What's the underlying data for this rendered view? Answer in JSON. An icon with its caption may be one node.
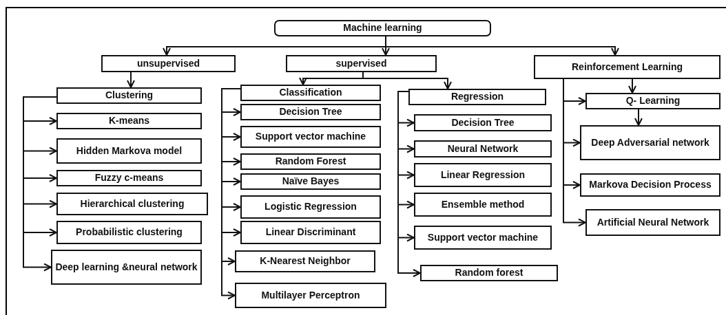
{
  "diagram": {
    "nodes": [
      {
        "text": [
          "Machine learning"
        ]
      },
      {
        "text": [
          "unsupervised"
        ]
      },
      {
        "text": [
          "supervised"
        ]
      },
      {
        "text": [
          "Reinforcement Learning"
        ]
      },
      {
        "text": [
          "Clustering"
        ]
      },
      {
        "text": [
          "K-means"
        ]
      },
      {
        "text": [
          "Hidden Markova model"
        ]
      },
      {
        "text": [
          "Fuzzy c-means"
        ]
      },
      {
        "text": [
          "Hierarchical clustering"
        ]
      },
      {
        "text": [
          "Probabilistic clustering"
        ]
      },
      {
        "text": [
          "Deep learning &neural network"
        ]
      },
      {
        "text": [
          "Classification"
        ]
      },
      {
        "text": [
          "Decision Tree"
        ]
      },
      {
        "text": [
          "Support vector machine"
        ]
      },
      {
        "text": [
          "Random Forest"
        ]
      },
      {
        "text": [
          "Naïve Bayes"
        ]
      },
      {
        "text": [
          "Logistic Regression"
        ]
      },
      {
        "text": [
          "Linear Discriminant"
        ]
      },
      {
        "text": [
          "K-Nearest Neighbor"
        ]
      },
      {
        "text": [
          "Multilayer Perceptron"
        ]
      },
      {
        "text": [
          "Regression"
        ]
      },
      {
        "text": [
          "Decision Tree"
        ]
      },
      {
        "text": [
          "Neural Network"
        ]
      },
      {
        "text": [
          "Linear Regression"
        ]
      },
      {
        "text": [
          "Ensemble method"
        ]
      },
      {
        "text": [
          "Support vector machine"
        ]
      },
      {
        "text": [
          "Random forest"
        ]
      },
      {
        "text": [
          "Q- Learning"
        ]
      },
      {
        "text": [
          "Deep Adversarial network"
        ]
      },
      {
        "text": [
          "Markova Decision Process"
        ]
      },
      {
        "text": [
          "Artificial Neural Network"
        ]
      }
    ],
    "edges": [
      {
        "from": 0,
        "to": 1,
        "arrow": "to"
      },
      {
        "from": 0,
        "to": 2,
        "arrow": "to"
      },
      {
        "from": 0,
        "to": 3,
        "arrow": "to"
      },
      {
        "from": 1,
        "to": 4,
        "arrow": "to"
      },
      {
        "from": 4,
        "to": 5,
        "arrow": "to"
      },
      {
        "from": 4,
        "to": 6,
        "arrow": "to"
      },
      {
        "from": 4,
        "to": 7,
        "arrow": "to"
      },
      {
        "from": 4,
        "to": 8,
        "arrow": "to"
      },
      {
        "from": 4,
        "to": 9,
        "arrow": "to"
      },
      {
        "from": 4,
        "to": 10,
        "arrow": "to"
      },
      {
        "from": 2,
        "to": 11,
        "arrow": "to"
      },
      {
        "from": 2,
        "to": 20,
        "arrow": "to"
      },
      {
        "from": 11,
        "to": 12,
        "arrow": "to"
      },
      {
        "from": 11,
        "to": 13,
        "arrow": "to"
      },
      {
        "from": 11,
        "to": 14,
        "arrow": "to"
      },
      {
        "from": 11,
        "to": 15,
        "arrow": "to"
      },
      {
        "from": 11,
        "to": 16,
        "arrow": "to"
      },
      {
        "from": 11,
        "to": 17,
        "arrow": "to"
      },
      {
        "from": 11,
        "to": 18,
        "arrow": "to"
      },
      {
        "from": 11,
        "to": 19,
        "arrow": "to"
      },
      {
        "from": 20,
        "to": 21,
        "arrow": "to"
      },
      {
        "from": 20,
        "to": 22,
        "arrow": "to"
      },
      {
        "from": 20,
        "to": 23,
        "arrow": "to"
      },
      {
        "from": 20,
        "to": 24,
        "arrow": "to"
      },
      {
        "from": 20,
        "to": 25,
        "arrow": "to"
      },
      {
        "from": 20,
        "to": 26,
        "arrow": "to"
      },
      {
        "from": 3,
        "to": 27,
        "arrow": "to"
      },
      {
        "from": 27,
        "to": 28,
        "arrow": "to"
      },
      {
        "from": 3,
        "to": 27,
        "arrow": "to"
      },
      {
        "from": 3,
        "to": 28,
        "arrow": "to"
      },
      {
        "from": 3,
        "to": 29,
        "arrow": "to"
      },
      {
        "from": 3,
        "to": 30,
        "arrow": "to"
      }
    ]
  }
}
